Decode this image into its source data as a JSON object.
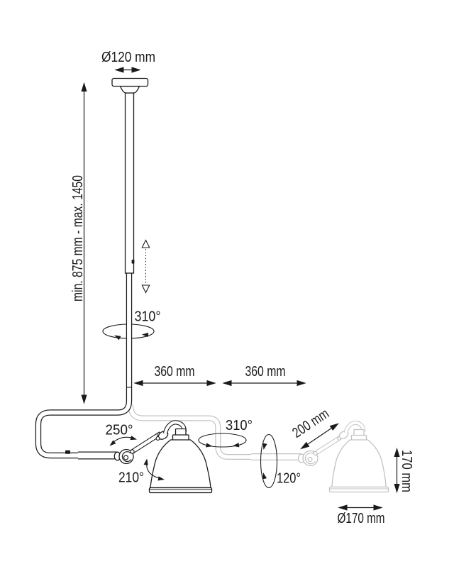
{
  "diagram": {
    "labels": {
      "canopy_diameter": "Ø120 mm",
      "height_range": "min. 875 mm - max. 1450",
      "rod_rotation": "310°",
      "arm_segment_1": "360 mm",
      "arm_segment_2": "360 mm",
      "elbow_rotation": "250°",
      "shade_swivel": "210°",
      "arm_rotation": "310°",
      "forearm_rotation": "120°",
      "forearm_length": "200 mm",
      "shade_height": "170 mm",
      "shade_diameter": "Ø170 mm"
    },
    "colors": {
      "line": "#1a1a1a",
      "ghost": "#c2c2c2",
      "background": "#ffffff"
    }
  }
}
